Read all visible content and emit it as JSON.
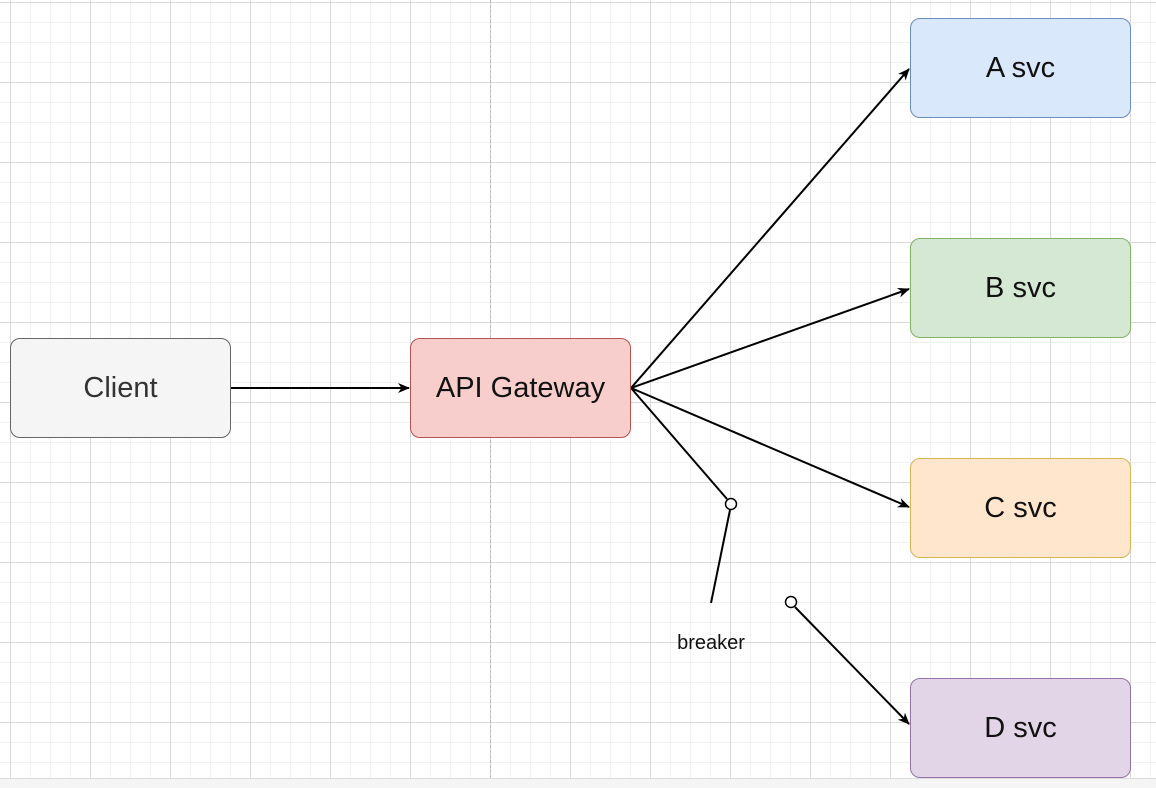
{
  "diagram": {
    "nodes": {
      "client": "Client",
      "gateway": "API Gateway",
      "a": "A svc",
      "b": "B svc",
      "c": "C svc",
      "d": "D svc"
    },
    "edges": [
      {
        "from": "Client",
        "to": "API Gateway"
      },
      {
        "from": "API Gateway",
        "to": "A svc"
      },
      {
        "from": "API Gateway",
        "to": "B svc"
      },
      {
        "from": "API Gateway",
        "to": "C svc"
      },
      {
        "from": "API Gateway",
        "to": "D svc",
        "label": "breaker",
        "state": "open"
      }
    ],
    "breaker_label": "breaker",
    "colors": {
      "client_fill": "#f5f5f5",
      "client_stroke": "#666666",
      "gateway_fill": "#f8cecc",
      "gateway_stroke": "#b85450",
      "a_fill": "#dae8fc",
      "a_stroke": "#6c8ebf",
      "b_fill": "#d5e8d4",
      "b_stroke": "#82b366",
      "c_fill": "#ffe6cc",
      "c_stroke": "#d6b656",
      "d_fill": "#e1d5e7",
      "d_stroke": "#9673a6"
    }
  }
}
